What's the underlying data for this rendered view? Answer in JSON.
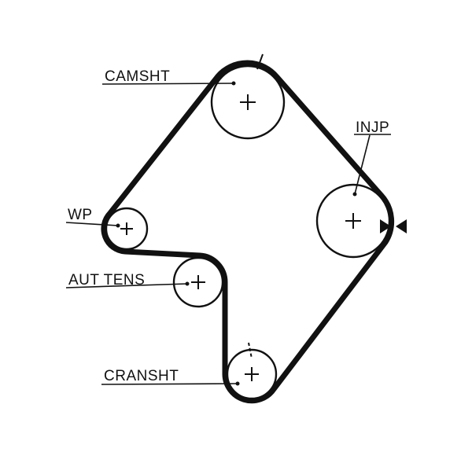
{
  "diagram": {
    "background_color": "#ffffff",
    "line_color": "#111111",
    "labels": {
      "camshaft": "CAMSHT",
      "injection_pump": "INJP",
      "water_pump": "WP",
      "auto_tensioner": "AUT TENS",
      "crankshaft": "CRANSHT"
    }
  }
}
